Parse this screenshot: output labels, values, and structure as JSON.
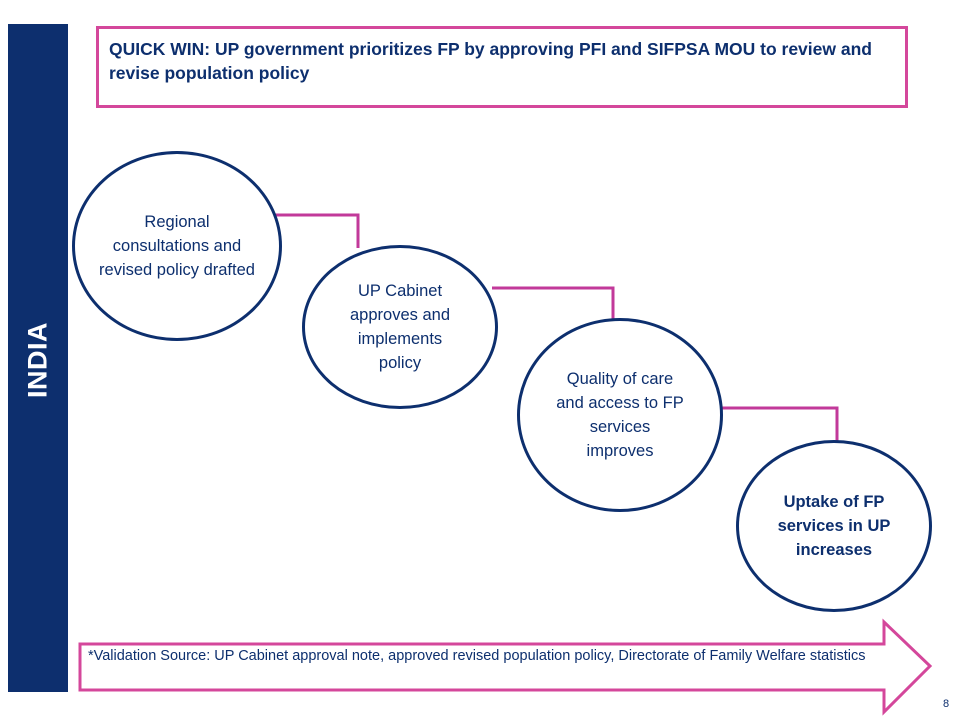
{
  "sidebar": {
    "label": "INDIA"
  },
  "title": {
    "text": "QUICK WIN: UP government prioritizes FP by approving PFI and SIFPSA MOU to review and revise population policy"
  },
  "steps": [
    {
      "text": "Regional consultations and revised policy drafted"
    },
    {
      "text": "UP Cabinet approves and implements policy"
    },
    {
      "text": "Quality of care and access to FP services improves"
    },
    {
      "text": "Uptake of FP services in UP increases"
    }
  ],
  "footnote": {
    "text": "*Validation Source: UP Cabinet approval note, approved revised population policy, Directorate of Family Welfare statistics"
  },
  "page_number": "8",
  "colors": {
    "navy": "#0d2f6e",
    "magenta": "#d4479b"
  }
}
